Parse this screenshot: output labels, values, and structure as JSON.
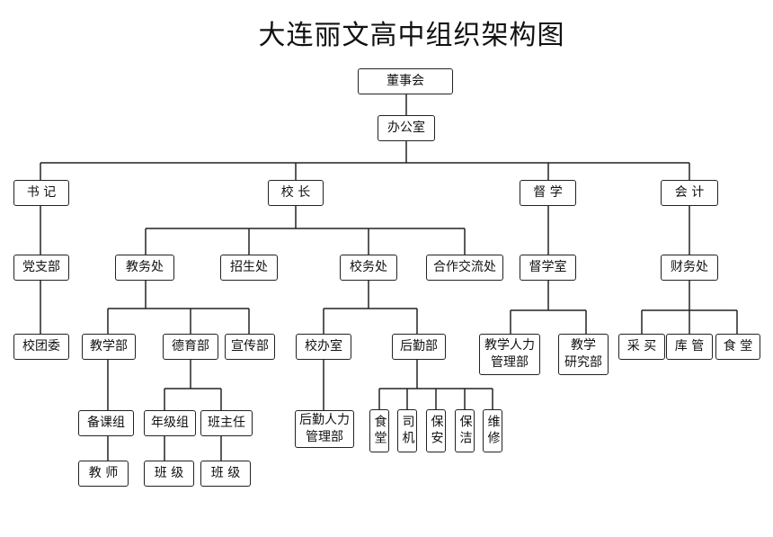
{
  "title": "大连丽文高中组织架构图",
  "nodes": {
    "board": "董事会",
    "office": "办公室",
    "secretary": "书 记",
    "principal": "校 长",
    "supervision": "督 学",
    "accounting": "会 计",
    "party_branch": "党支部",
    "academic_affairs": "教务处",
    "admissions": "招生处",
    "school_affairs": "校务处",
    "cooperation": "合作交流处",
    "supervision_office": "督学室",
    "finance": "财务处",
    "youth_league": "校团委",
    "teaching_dept": "教学部",
    "moral_dept": "德育部",
    "publicity_dept": "宣传部",
    "school_office": "校办室",
    "logistics_dept": "后勤部",
    "teaching_hr": "教学人力\n管理部",
    "teaching_research": "教学\n研究部",
    "purchasing": "采 买",
    "warehouse": "库 管",
    "canteen_fin": "食 堂",
    "lesson_prep": "备课组",
    "grade_group": "年级组",
    "head_teacher": "班主任",
    "logistics_hr": "后勤人力\n管理部",
    "canteen": "食堂",
    "driver": "司机",
    "security": "保安",
    "cleaning": "保洁",
    "maintenance": "维修",
    "teacher": "教 师",
    "class_a": "班 级",
    "class_b": "班 级"
  }
}
